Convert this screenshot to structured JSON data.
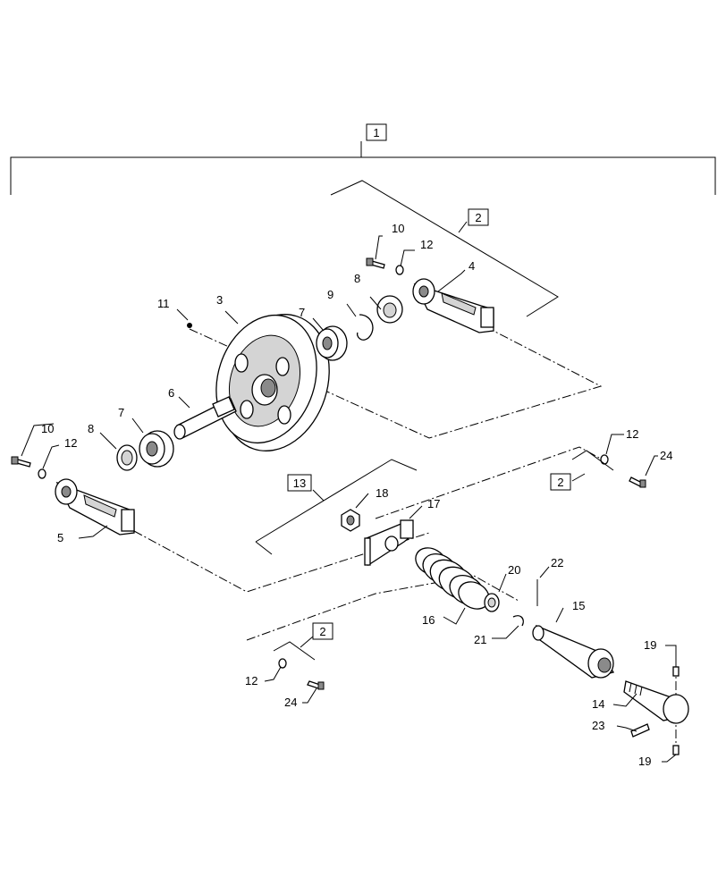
{
  "callouts": {
    "c1": "1",
    "c2a": "2",
    "c2b": "2",
    "c2c": "2",
    "c3": "3",
    "c4": "4",
    "c5": "5",
    "c6": "6",
    "c7a": "7",
    "c7b": "7",
    "c8a": "8",
    "c8b": "8",
    "c9": "9",
    "c10a": "10",
    "c10b": "10",
    "c11": "11",
    "c12a": "12",
    "c12b": "12",
    "c12c": "12",
    "c12d": "12",
    "c13": "13",
    "c14": "14",
    "c15": "15",
    "c16": "16",
    "c17": "17",
    "c18": "18",
    "c19a": "19",
    "c19b": "19",
    "c20": "20",
    "c21": "21",
    "c22": "22",
    "c23": "23",
    "c24a": "24",
    "c24b": "24"
  }
}
